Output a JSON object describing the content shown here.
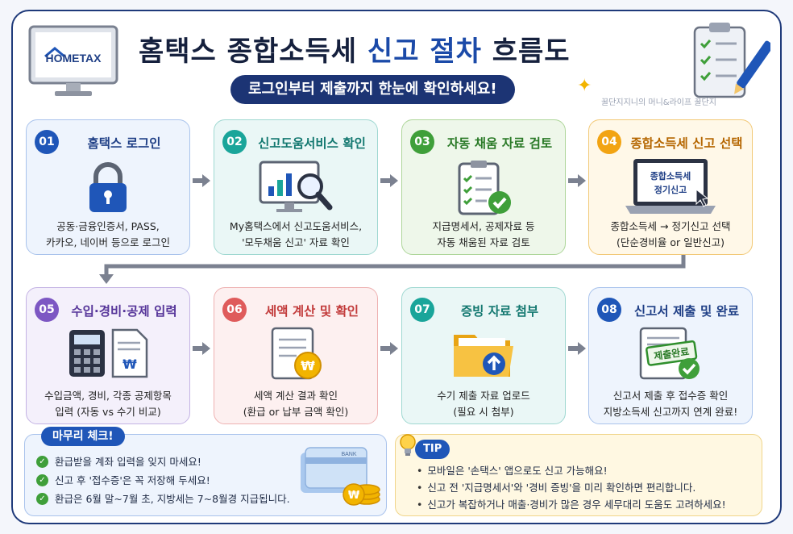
{
  "header": {
    "brand": "HOMETAX",
    "title_part1": "홈택스 종합소득세 ",
    "title_accent": "신고 절차",
    "title_part2": " 흐름도",
    "subtitle": "로그인부터 제출까지 한눈에 확인하세요!",
    "watermark": "꿀단지지니의 머니&라이프 꿀단지"
  },
  "steps": [
    {
      "num": "01",
      "title": "홈택스 로그인",
      "desc1": "공동·금융인증서, PASS,",
      "desc2": "카카오, 네이버 등으로 로그인",
      "icon": "lock-icon"
    },
    {
      "num": "02",
      "title": "신고도움서비스 확인",
      "desc1": "My홈택스에서 신고도움서비스,",
      "desc2": "'모두채움 신고' 자료 확인",
      "icon": "monitor-magnifier-icon"
    },
    {
      "num": "03",
      "title": "자동 채움 자료 검토",
      "desc1": "지급명세서, 공제자료 등",
      "desc2": "자동 채움된 자료 검토",
      "icon": "checklist-icon"
    },
    {
      "num": "04",
      "title": "종합소득세 신고 선택",
      "desc1": "종합소득세 → 정기신고 선택",
      "desc2": "(단순경비율 or 일반신고)",
      "icon": "laptop-icon",
      "screen1": "종합소득세",
      "screen2": "정기신고"
    },
    {
      "num": "05",
      "title": "수입·경비·공제 입력",
      "desc1": "수입금액, 경비, 각종 공제항목",
      "desc2": "입력 (자동 vs 수기 비교)",
      "icon": "calculator-icon",
      "won": "₩"
    },
    {
      "num": "06",
      "title": "세액 계산 및 확인",
      "desc1": "세액 계산 결과 확인",
      "desc2": "(환급 or 납부 금액 확인)",
      "icon": "document-coin-icon",
      "won": "₩"
    },
    {
      "num": "07",
      "title": "증빙 자료 첨부",
      "desc1": "수기 제출 자료 업로드",
      "desc2": "(필요 시 첨부)",
      "icon": "folder-upload-icon"
    },
    {
      "num": "08",
      "title": "신고서 제출 및 완료",
      "desc1": "신고서 제출 후 접수증 확인",
      "desc2": "지방소득세 신고까지 연계 완료!",
      "icon": "stamp-complete-icon",
      "stamp": "제출완료"
    }
  ],
  "final_check": {
    "title": "마무리 체크!",
    "items": [
      "환급받을 계좌 입력을 잊지 마세요!",
      "신고 후 '접수증'은 꼭 저장해 두세요!",
      "환급은 6월 말~7월 초, 지방세는 7~8월경 지급됩니다."
    ],
    "bank_label": "BANK",
    "won": "₩"
  },
  "tip": {
    "title": "TIP",
    "items": [
      "모바일은 '손택스' 앱으로도 신고 가능해요!",
      "신고 전 '지급명세서'와 '경비 증빙'을 미리 확인하면 편리합니다.",
      "신고가 복잡하거나 매출·경비가 많은 경우 세무대리 도움도 고려하세요!"
    ]
  }
}
